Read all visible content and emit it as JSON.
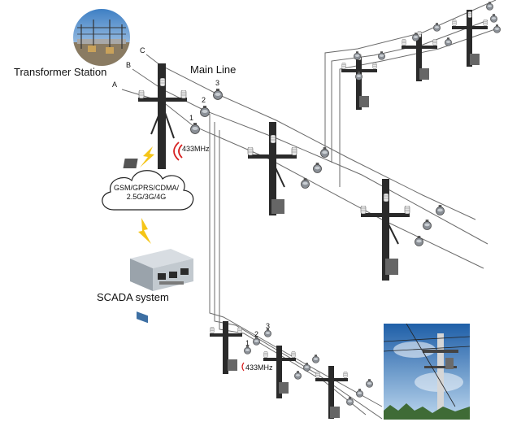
{
  "labels": {
    "transformer_station": "Transformer Station",
    "main_line": "Main Line",
    "phase_a": "A",
    "phase_b": "B",
    "phase_c": "C",
    "ind_1": "1",
    "ind_2": "2",
    "ind_3": "3",
    "branch_ind_1": "1",
    "branch_ind_2": "2",
    "branch_ind_3": "3",
    "freq_main": "433MHz",
    "freq_branch": "433MHz",
    "network_line1": "GSM/GPRS/CDMA/",
    "network_line2": "2.5G/3G/4G",
    "scada": "SCADA system"
  },
  "colors": {
    "wire": "#6b6b6b",
    "pole": "#2a2a2a",
    "lightning": "#f5c518",
    "signal": "#d62020",
    "indicator": "#8a8f96",
    "sky_top": "#1f5fa8",
    "sky_bottom": "#bcd7ee"
  },
  "icons": {
    "transformer_photo": "transformer-station-photo",
    "scada_room": "scada-control-room-icon",
    "lightning": "lightning-bolt-icon",
    "signal": "radio-signal-icon",
    "pole_photo": "utility-pole-photo"
  }
}
